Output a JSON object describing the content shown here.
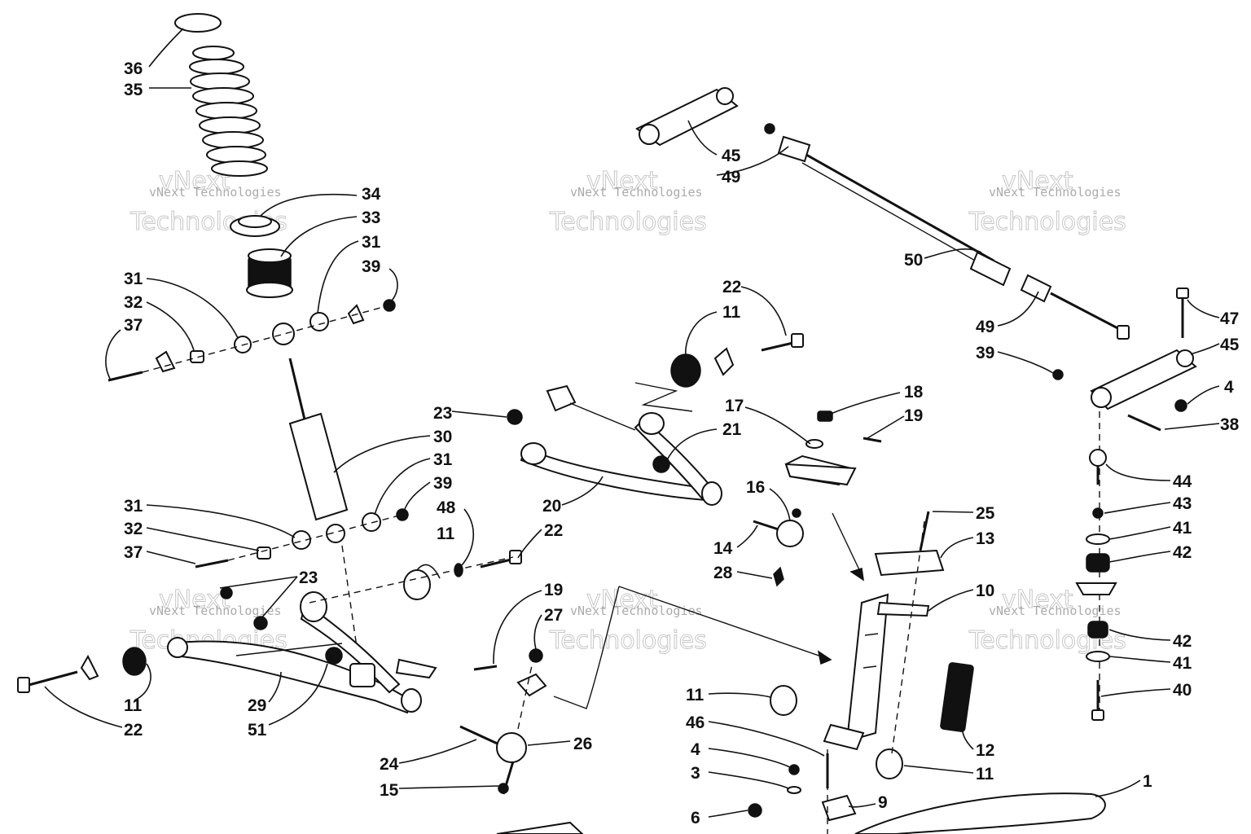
{
  "watermark": {
    "small": "vNext Technologies",
    "large_top": "vNext",
    "large_bottom": "Technologies"
  },
  "callouts": [
    {
      "id": "c1",
      "label": "36"
    },
    {
      "id": "c2",
      "label": "35"
    },
    {
      "id": "c3",
      "label": "34"
    },
    {
      "id": "c4",
      "label": "33"
    },
    {
      "id": "c5",
      "label": "31"
    },
    {
      "id": "c6",
      "label": "39"
    },
    {
      "id": "c7",
      "label": "31"
    },
    {
      "id": "c8",
      "label": "32"
    },
    {
      "id": "c9",
      "label": "37"
    },
    {
      "id": "c10",
      "label": "30"
    },
    {
      "id": "c11",
      "label": "31"
    },
    {
      "id": "c12",
      "label": "39"
    },
    {
      "id": "c13",
      "label": "31"
    },
    {
      "id": "c14",
      "label": "32"
    },
    {
      "id": "c15",
      "label": "37"
    },
    {
      "id": "c16",
      "label": "23"
    },
    {
      "id": "c17",
      "label": "11"
    },
    {
      "id": "c18",
      "label": "22"
    },
    {
      "id": "c19",
      "label": "29"
    },
    {
      "id": "c20",
      "label": "51"
    },
    {
      "id": "c21",
      "label": "24"
    },
    {
      "id": "c22",
      "label": "15"
    },
    {
      "id": "c23",
      "label": "26"
    },
    {
      "id": "c24",
      "label": "48"
    },
    {
      "id": "c25",
      "label": "11"
    },
    {
      "id": "c26",
      "label": "22"
    },
    {
      "id": "c27",
      "label": "19"
    },
    {
      "id": "c28",
      "label": "27"
    },
    {
      "id": "c29",
      "label": "23"
    },
    {
      "id": "c30",
      "label": "20"
    },
    {
      "id": "c31",
      "label": "22"
    },
    {
      "id": "c32",
      "label": "11"
    },
    {
      "id": "c33",
      "label": "21"
    },
    {
      "id": "c34",
      "label": "17"
    },
    {
      "id": "c35",
      "label": "18"
    },
    {
      "id": "c36",
      "label": "19"
    },
    {
      "id": "c37",
      "label": "16"
    },
    {
      "id": "c38",
      "label": "14"
    },
    {
      "id": "c39",
      "label": "28"
    },
    {
      "id": "c40",
      "label": "45"
    },
    {
      "id": "c41",
      "label": "49"
    },
    {
      "id": "c42",
      "label": "50"
    },
    {
      "id": "c43",
      "label": "49"
    },
    {
      "id": "c44",
      "label": "39"
    },
    {
      "id": "c45",
      "label": "47"
    },
    {
      "id": "c46",
      "label": "45"
    },
    {
      "id": "c47",
      "label": "4"
    },
    {
      "id": "c48",
      "label": "38"
    },
    {
      "id": "c49",
      "label": "44"
    },
    {
      "id": "c50",
      "label": "43"
    },
    {
      "id": "c51",
      "label": "41"
    },
    {
      "id": "c52",
      "label": "42"
    },
    {
      "id": "c53",
      "label": "42"
    },
    {
      "id": "c54",
      "label": "41"
    },
    {
      "id": "c55",
      "label": "40"
    },
    {
      "id": "c56",
      "label": "25"
    },
    {
      "id": "c57",
      "label": "13"
    },
    {
      "id": "c58",
      "label": "10"
    },
    {
      "id": "c59",
      "label": "12"
    },
    {
      "id": "c60",
      "label": "11"
    },
    {
      "id": "c61",
      "label": "11"
    },
    {
      "id": "c62",
      "label": "46"
    },
    {
      "id": "c63",
      "label": "4"
    },
    {
      "id": "c64",
      "label": "3"
    },
    {
      "id": "c65",
      "label": "9"
    },
    {
      "id": "c66",
      "label": "6"
    },
    {
      "id": "c67",
      "label": "1"
    }
  ]
}
